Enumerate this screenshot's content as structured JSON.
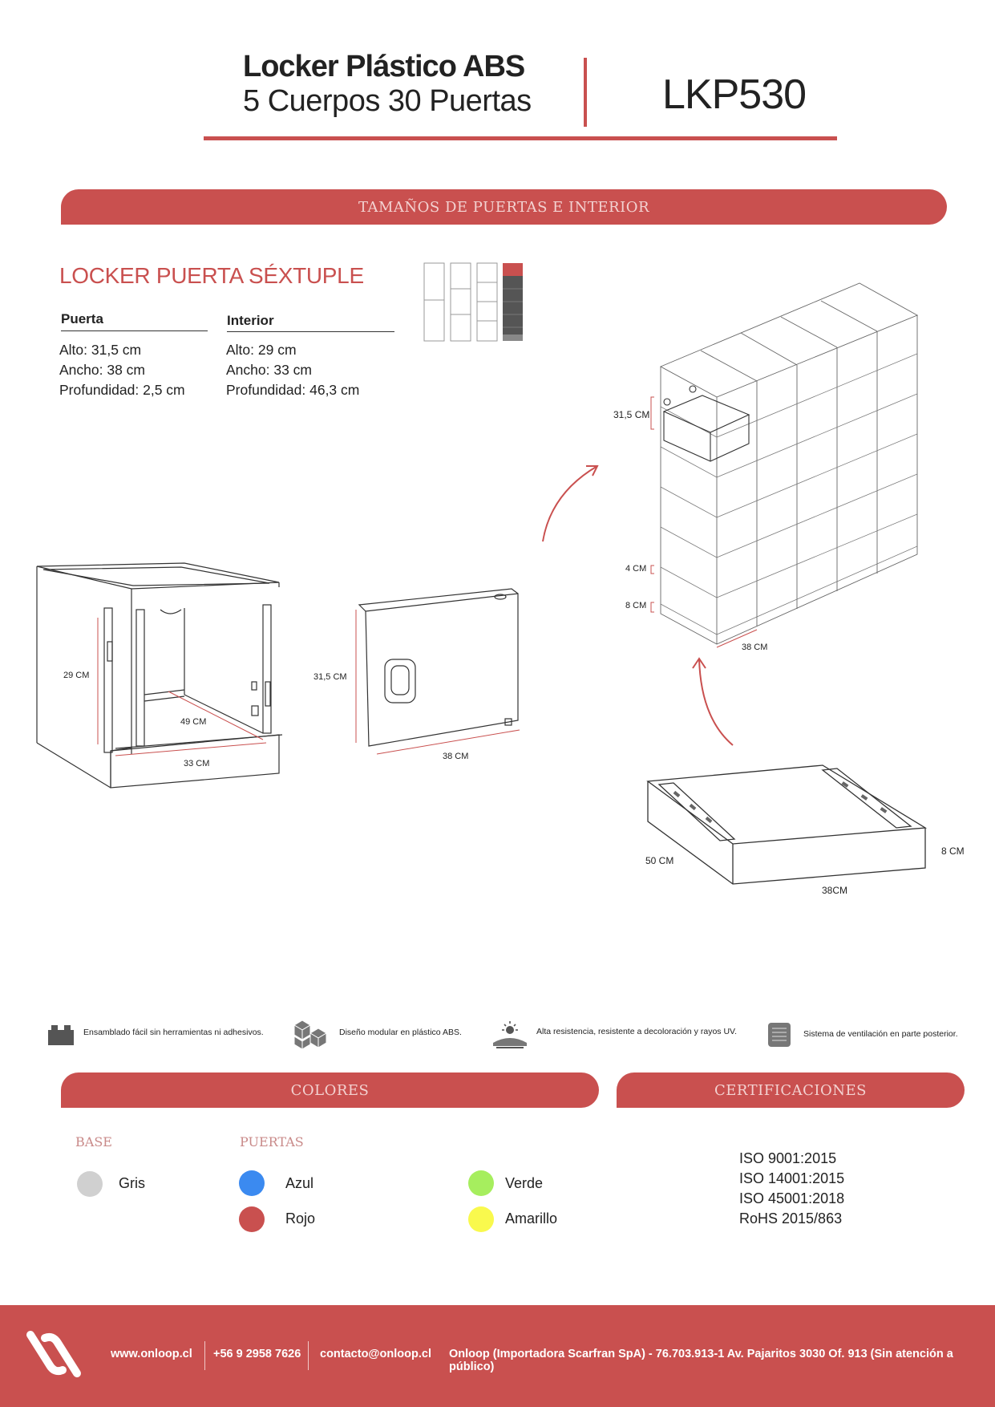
{
  "header": {
    "title_line1": "Locker Plástico ABS",
    "title_line2": "5 Cuerpos 30 Puertas",
    "model_code": "LKP530"
  },
  "sizes_band": {
    "label": "TAMAÑOS DE PUERTAS E INTERIOR"
  },
  "section": {
    "title": "LOCKER PUERTA SÉXTUPLE",
    "door": {
      "heading": "Puerta",
      "specs": [
        "Alto: 31,5 cm",
        "Ancho: 38 cm",
        "Profundidad: 2,5 cm"
      ]
    },
    "interior": {
      "heading": "Interior",
      "specs": [
        "Alto: 29 cm",
        "Ancho: 33 cm",
        "Profundidad: 46,3 cm"
      ]
    }
  },
  "dimensions": {
    "interior_height": "29  CM",
    "interior_depth": "49 CM",
    "interior_width": "33 CM",
    "door_height": "31,5 CM",
    "door_width": "38 CM",
    "locker_door_height": "31,5  CM",
    "locker_gap": "4 CM",
    "locker_base": "8 CM",
    "locker_width": "38 CM",
    "base_depth": "50 CM",
    "base_height": "8 CM",
    "base_width": "38CM"
  },
  "features": [
    {
      "icon": "lego-block-icon",
      "text": "Ensamblado fácil sin herramientas ni adhesivos."
    },
    {
      "icon": "modular-cubes-icon",
      "text": "Diseño modular en plástico ABS."
    },
    {
      "icon": "sun-resistance-icon",
      "text": "Alta resistencia, resistente a decoloración y rayos UV."
    },
    {
      "icon": "ventilation-icon",
      "text": "Sistema de ventilación en parte posterior."
    }
  ],
  "colors_band": {
    "label": "COLORES"
  },
  "certs_band": {
    "label": "CERTIFICACIONES"
  },
  "colors": {
    "base_heading": "BASE",
    "doors_heading": "PUERTAS",
    "base": [
      {
        "name": "Gris",
        "hex": "#d0d0d0"
      }
    ],
    "doors": [
      {
        "name": "Azul",
        "hex": "#3b8af0"
      },
      {
        "name": "Rojo",
        "hex": "#c9504f"
      },
      {
        "name": "Verde",
        "hex": "#a6ee5e"
      },
      {
        "name": "Amarillo",
        "hex": "#f9f94d"
      }
    ]
  },
  "certifications": [
    "ISO 9001:2015",
    "ISO 14001:2015",
    "ISO 45001:2018",
    "RoHS 2015/863"
  ],
  "footer": {
    "website": "www.onloop.cl",
    "phone": "+56 9 2958 7626",
    "email": "contacto@onloop.cl",
    "company": "Onloop (Importadora Scarfran SpA) - 76.703.913-1  Av. Pajaritos 3030 Of. 913 (Sin atención a público)"
  },
  "accent_color": "#c9504f"
}
